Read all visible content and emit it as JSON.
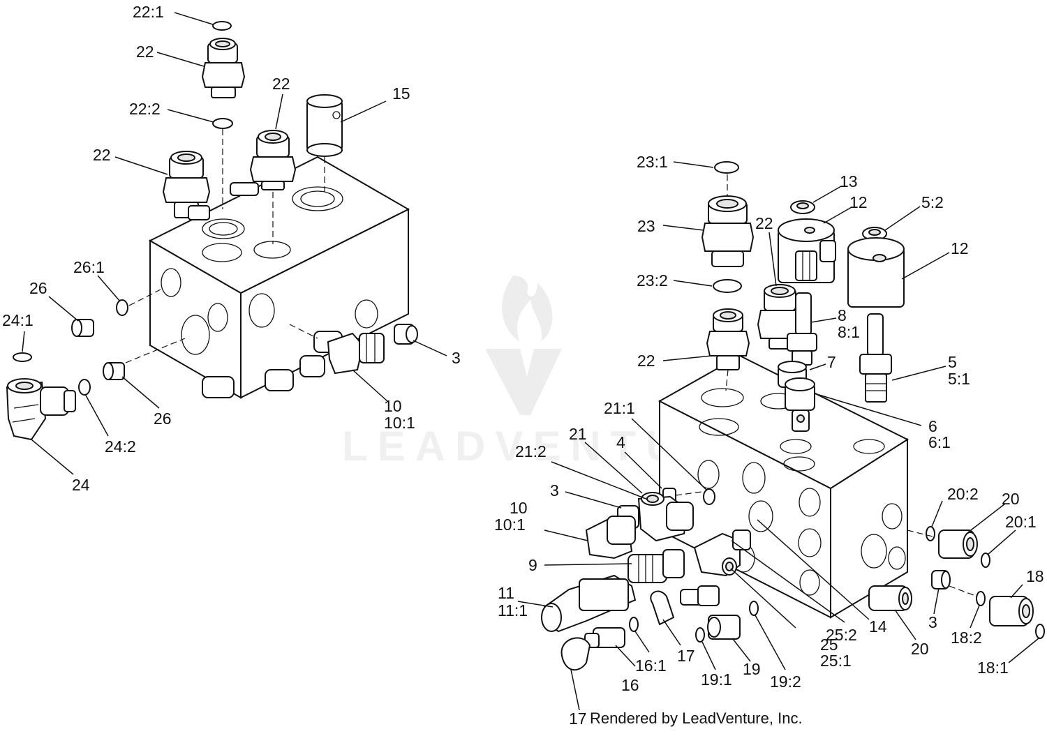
{
  "diagram": {
    "credit": "Rendered by LeadVenture, Inc.",
    "watermark_text": "LEADVENTURE",
    "callouts_left": [
      "22:1",
      "22",
      "22:2",
      "22",
      "22",
      "15",
      "26:1",
      "26",
      "24:1",
      "26",
      "24:2",
      "24",
      "3",
      "10",
      "10:1"
    ],
    "callouts_right": [
      "23:1",
      "23",
      "23:2",
      "22",
      "22",
      "13",
      "12",
      "5:2",
      "12",
      "8",
      "8:1",
      "7",
      "5",
      "5:1",
      "6",
      "6:1",
      "21:1",
      "21",
      "4",
      "21:2",
      "3",
      "10",
      "10:1",
      "9",
      "11",
      "11:1",
      "16",
      "16:1",
      "17",
      "17",
      "19:1",
      "19",
      "19:2",
      "25",
      "25:1",
      "25:2",
      "14",
      "20",
      "3",
      "20:2",
      "20",
      "20:1",
      "18",
      "18:2",
      "18:1"
    ]
  }
}
